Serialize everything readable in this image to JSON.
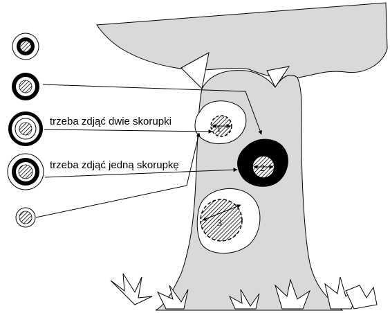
{
  "labels": {
    "two_shells": "trzeba zdjąć dwie skorupki",
    "one_shell": "trzeba zdjąć  jedną skorupkę"
  },
  "hole_numbers": [
    "1",
    "2",
    "3"
  ],
  "colors": {
    "tree_fill": "#d9d9d9",
    "outline": "#000000",
    "hole_fill": "#ffffff",
    "dark_fill": "#000000"
  }
}
